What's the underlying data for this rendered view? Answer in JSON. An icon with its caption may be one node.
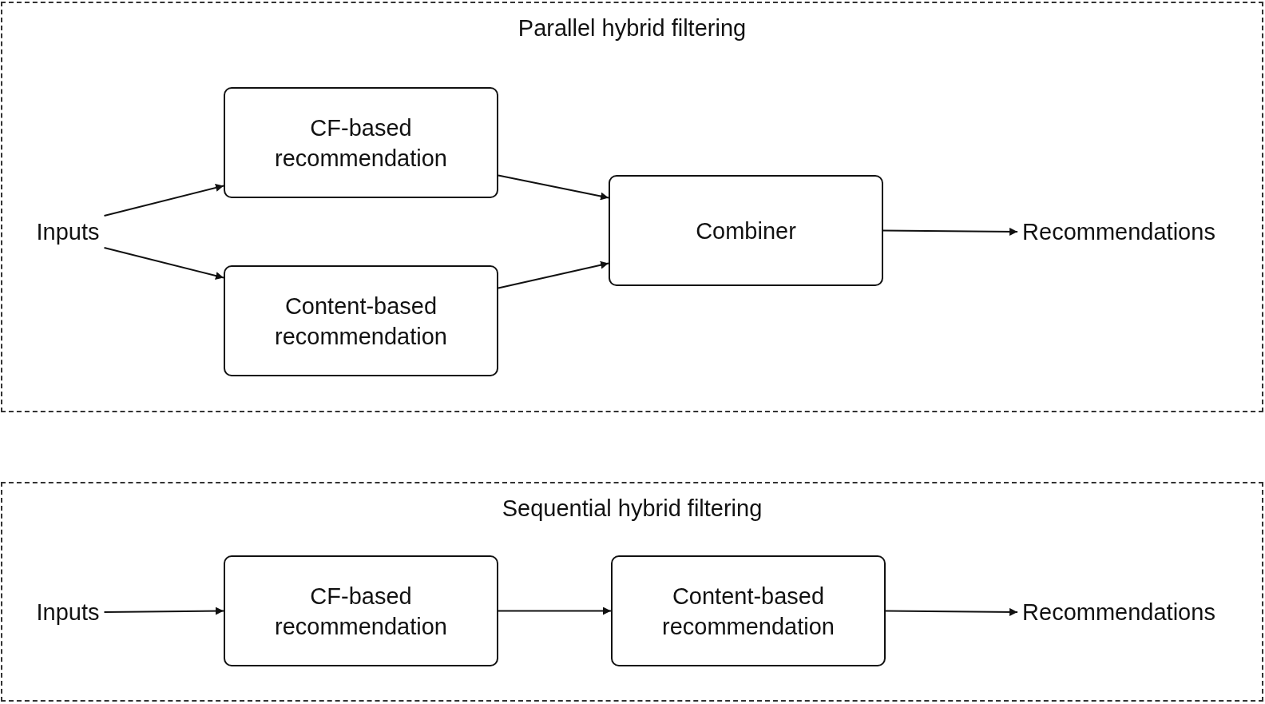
{
  "diagram": {
    "nodes": [
      {
        "text": [
          "Parallel hybrid filtering"
        ]
      },
      {
        "text": [
          "Inputs"
        ],
        "in": 0
      },
      {
        "text": [
          "CF-based recommendation"
        ],
        "in": 0
      },
      {
        "text": [
          "Content-based recommendation"
        ],
        "in": 0
      },
      {
        "text": [
          "Combiner"
        ],
        "in": 0
      },
      {
        "text": [
          "Recommendations"
        ],
        "in": 0
      },
      {
        "text": [
          "Sequential hybrid filtering"
        ]
      },
      {
        "text": [
          "Inputs"
        ],
        "in": 6
      },
      {
        "text": [
          "CF-based recommendation"
        ],
        "in": 6
      },
      {
        "text": [
          "Content-based recommendation"
        ],
        "in": 6
      },
      {
        "text": [
          "Recommendations"
        ],
        "in": 6
      }
    ],
    "edges": [
      {
        "from": 1,
        "to": 2,
        "arrow": "to"
      },
      {
        "from": 1,
        "to": 3,
        "arrow": "to"
      },
      {
        "from": 2,
        "to": 4,
        "arrow": "to"
      },
      {
        "from": 3,
        "to": 4,
        "arrow": "to"
      },
      {
        "from": 4,
        "to": 5,
        "arrow": "to"
      },
      {
        "from": 7,
        "to": 8,
        "arrow": "to"
      },
      {
        "from": 8,
        "to": 9,
        "arrow": "to"
      },
      {
        "from": 9,
        "to": 10,
        "arrow": "to"
      }
    ]
  }
}
